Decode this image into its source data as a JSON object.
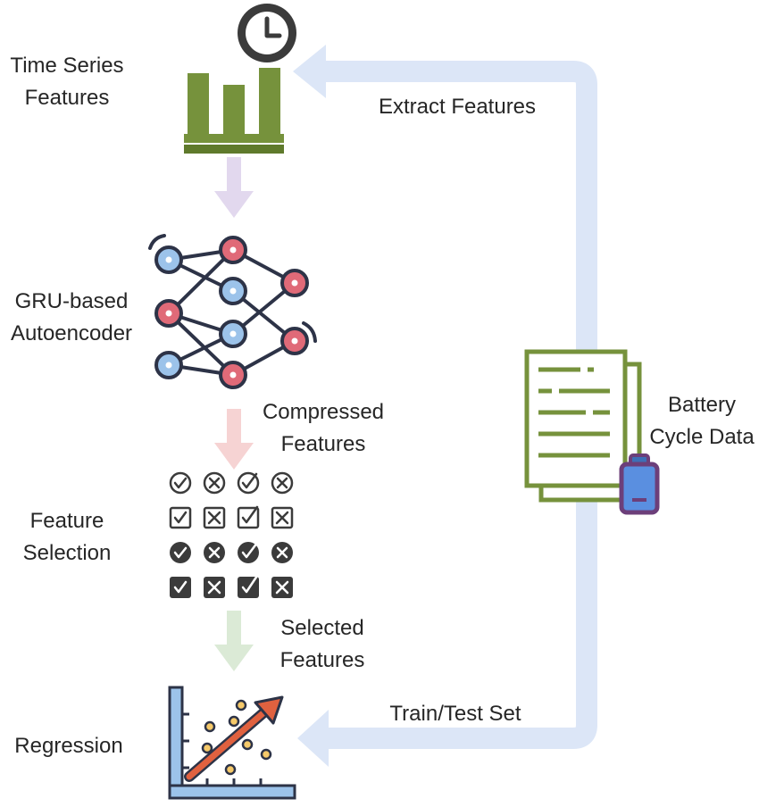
{
  "stages": {
    "time_series": {
      "line1": "Time Series",
      "line2": "Features"
    },
    "autoencoder": {
      "line1": "GRU-based",
      "line2": "Autoencoder"
    },
    "feature_selection": {
      "line1": "Feature",
      "line2": "Selection"
    },
    "regression": {
      "label": "Regression"
    },
    "battery": {
      "line1": "Battery",
      "line2": "Cycle Data"
    }
  },
  "edges": {
    "extract": "Extract Features",
    "compressed": {
      "line1": "Compressed",
      "line2": "Features"
    },
    "selected": {
      "line1": "Selected",
      "line2": "Features"
    },
    "train_test": "Train/Test Set"
  },
  "colors": {
    "loop_arrow": "#dce6f7",
    "arrow_ae": "#e2d8ee",
    "arrow_compressed": "#f6d3d3",
    "arrow_selected": "#dbead6",
    "green": "#76923c",
    "node_blue": "#9cc3ea",
    "node_red": "#e06a78",
    "dark": "#3b3b3b"
  }
}
